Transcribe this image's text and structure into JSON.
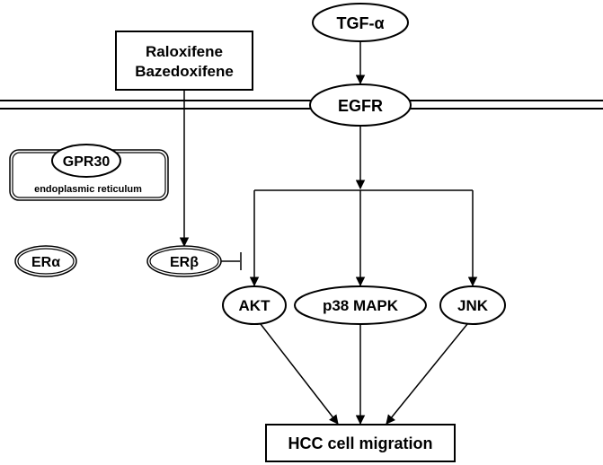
{
  "nodes": {
    "tgf": "TGF-α",
    "drugs_line1": "Raloxifene",
    "drugs_line2": "Bazedoxifene",
    "egfr": "EGFR",
    "gpr30": "GPR30",
    "er_compartment": "endoplasmic reticulum",
    "era": "ERα",
    "erb": "ERβ",
    "akt": "AKT",
    "p38": "p38 MAPK",
    "jnk": "JNK",
    "outcome": "HCC cell migration"
  }
}
